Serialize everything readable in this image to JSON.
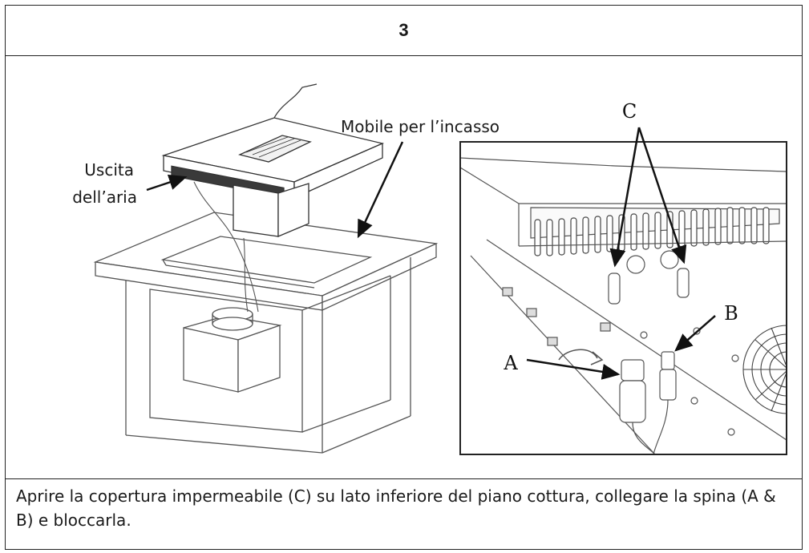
{
  "header": {
    "step_number": "3"
  },
  "illustration": {
    "label_air_outlet_line1": "Uscita",
    "label_air_outlet_line2": "dell’aria",
    "label_cabinet": "Mobile per l’incasso",
    "callout_a": "A",
    "callout_b": "B",
    "callout_c": "C"
  },
  "caption": {
    "text": "Aprire la copertura impermeabile (C) su lato inferiore del piano cottura, collegare la spina (A & B) e bloccarla."
  }
}
